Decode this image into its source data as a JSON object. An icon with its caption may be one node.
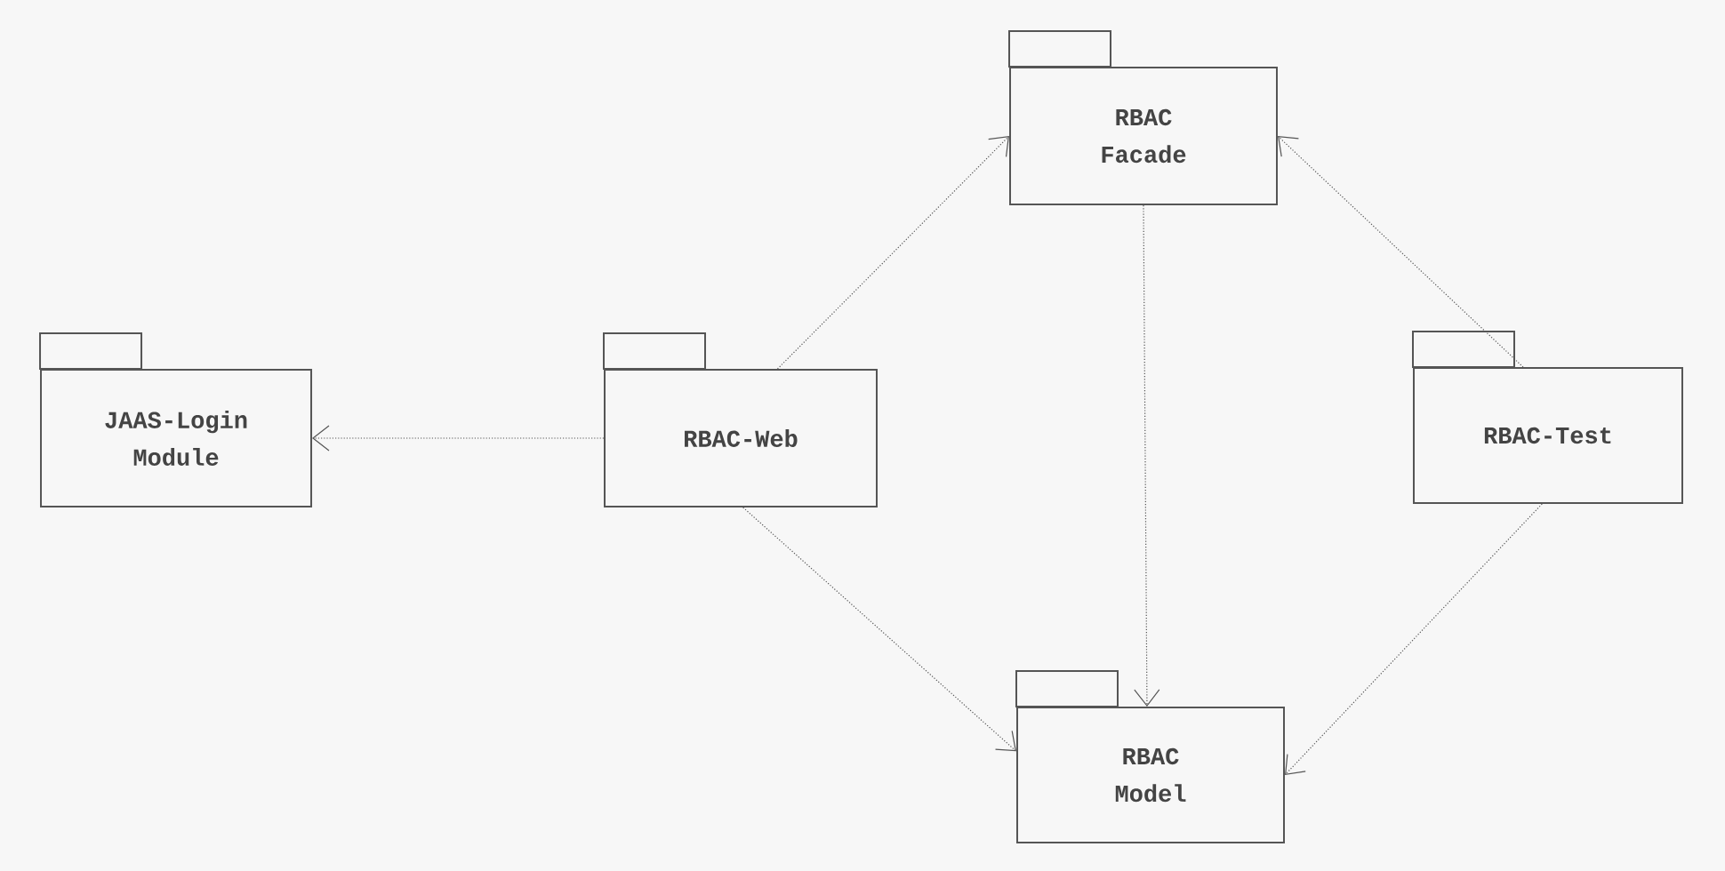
{
  "diagram": {
    "nodes": [
      {
        "text": [
          "RBAC Facade"
        ]
      },
      {
        "text": [
          "JAAS-Login Module"
        ]
      },
      {
        "text": [
          "RBAC-Web"
        ]
      },
      {
        "text": [
          "RBAC-Test"
        ]
      },
      {
        "text": [
          "RBAC Model"
        ]
      }
    ],
    "edges": [
      {
        "from": 2,
        "to": 0,
        "arrow": "to"
      },
      {
        "from": 2,
        "to": 1,
        "arrow": "to"
      },
      {
        "from": 2,
        "to": 4,
        "arrow": "to"
      },
      {
        "from": 0,
        "to": 4,
        "arrow": "to"
      },
      {
        "from": 3,
        "to": 0,
        "arrow": "to"
      },
      {
        "from": 3,
        "to": 4,
        "arrow": "to"
      }
    ]
  }
}
